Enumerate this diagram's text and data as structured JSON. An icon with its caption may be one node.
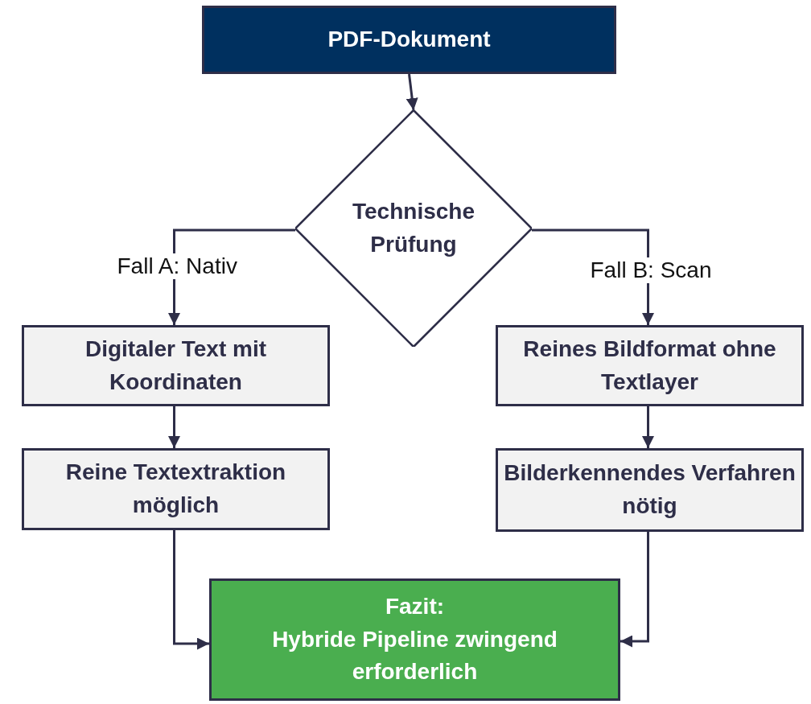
{
  "diagram": {
    "nodes": [
      {
        "text": [
          "PDF-Dokument"
        ]
      },
      {
        "text": [
          "Technische Prüfung"
        ]
      },
      {
        "text": [
          "Digitaler Text mit Koordinaten"
        ]
      },
      {
        "text": [
          "Reines Bildformat ohne Textlayer"
        ]
      },
      {
        "text": [
          "Reine Textextraktion möglich"
        ]
      },
      {
        "text": [
          "Bilderkennendes Verfahren nötig"
        ]
      },
      {
        "text": [
          "Fazit:",
          "Hybride Pipeline zwingend erforderlich"
        ]
      }
    ],
    "edges": [
      {
        "from": 0,
        "to": 1,
        "arrow": "to"
      },
      {
        "from": 1,
        "to": 2,
        "arrow": "to",
        "label": "Fall A: Nativ"
      },
      {
        "from": 1,
        "to": 3,
        "arrow": "to",
        "label": "Fall B: Scan"
      },
      {
        "from": 2,
        "to": 4,
        "arrow": "to"
      },
      {
        "from": 3,
        "to": 5,
        "arrow": "to"
      },
      {
        "from": 4,
        "to": 6,
        "arrow": "to"
      },
      {
        "from": 5,
        "to": 6,
        "arrow": "to"
      }
    ]
  }
}
